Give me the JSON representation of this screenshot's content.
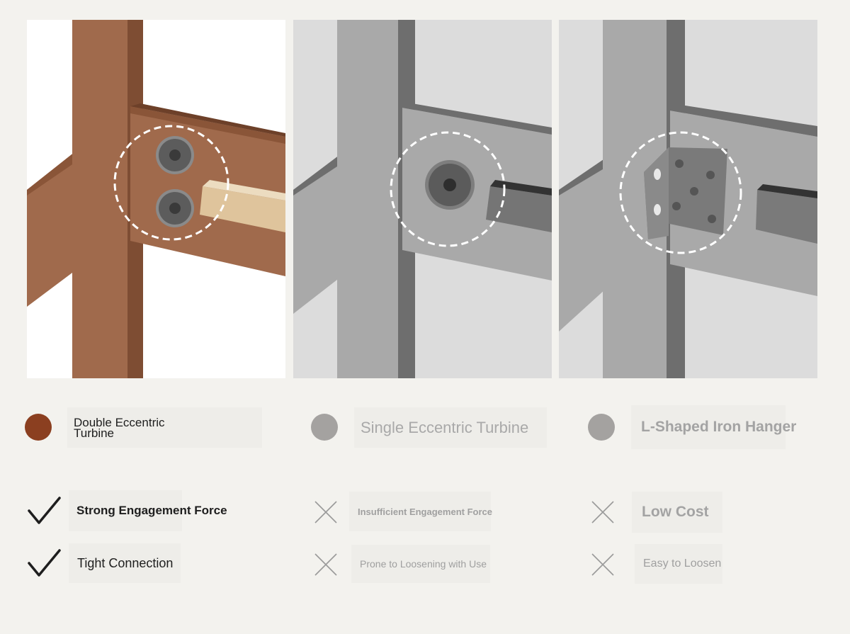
{
  "columns": [
    {
      "name": "Double Eccentric Turbine",
      "dot_color": "#8b3f20",
      "features": [
        {
          "label": "Strong Engagement Force",
          "icon": "check-icon"
        },
        {
          "label": "Tight Connection",
          "icon": "check-icon"
        }
      ]
    },
    {
      "name": "Single Eccentric Turbine",
      "dot_color": "#a4a2a0",
      "features": [
        {
          "label": "Insufficient Engagement Force",
          "icon": "cross-icon"
        },
        {
          "label": "Prone to Loosening with Use",
          "icon": "cross-icon"
        }
      ]
    },
    {
      "name": "L-Shaped Iron Hanger",
      "dot_color": "#a4a2a0",
      "features": [
        {
          "label": "Low Cost",
          "icon": "cross-icon"
        },
        {
          "label": "Easy to Loosen",
          "icon": "cross-icon"
        }
      ]
    }
  ],
  "colors": {
    "background": "#f3f2ee",
    "wood": "#a06a4c",
    "wood_dark": "#7e4d33",
    "metal": "#a9a9a9",
    "metal_dark": "#6e6e6e"
  }
}
